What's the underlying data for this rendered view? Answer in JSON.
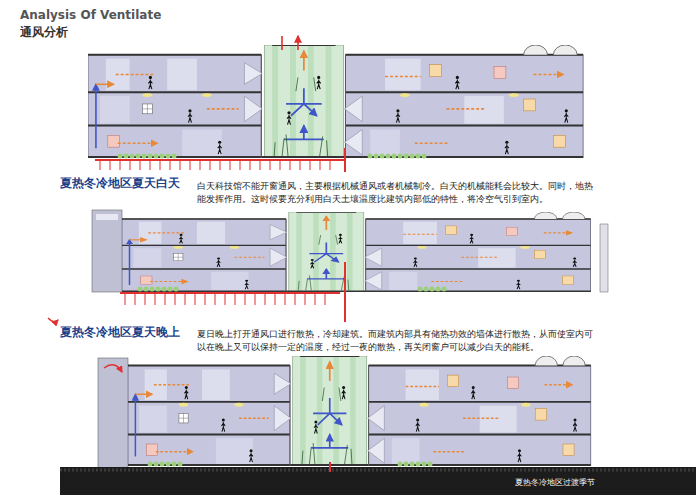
{
  "diagram": {
    "title": "Analysis Of Ventilate",
    "labels": [
      "通风分析",
      "夏热冬冷地区夏天白天",
      "白天科技馆不能开窗通风，主要根据机械通风或者机械制冷。白天的机械能耗会比较大。同时，地热能发挥作用。这时候要充分利用白天土壤温度比建筑内部低的特性，将冷空气引到室内。",
      "夏热冬冷地区夏天晚上",
      "夏日晚上打开通风口进行散热，冷却建筑。而建筑内部具有储热功效的墙体进行散热，从而使室内可以在晚上又可以保持一定的温度，经过一夜的散热，再关闭窗户可以减少白天的能耗。",
      "夏热冬冷地区过渡季节"
    ]
  }
}
